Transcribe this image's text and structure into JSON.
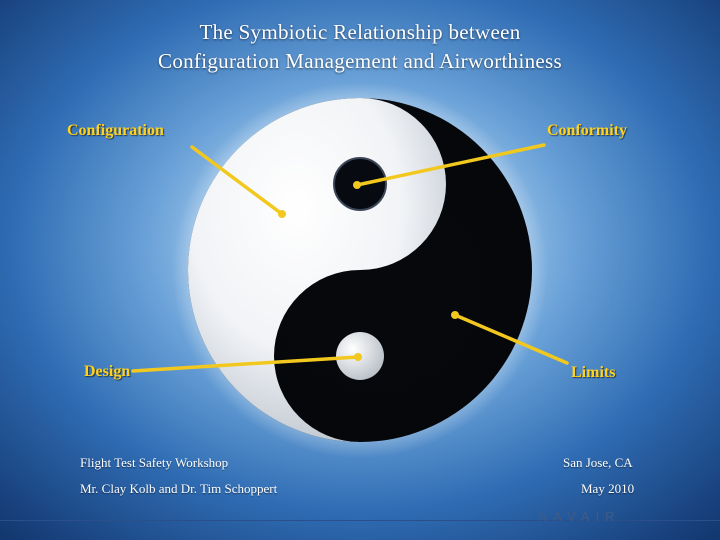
{
  "title": {
    "line1": "The Symbiotic Relationship between",
    "line2": "Configuration Management and Airworthiness"
  },
  "labels": {
    "configuration": "Configuration",
    "conformity": "Conformity",
    "design": "Design",
    "limits": "Limits"
  },
  "footer": {
    "event": "Flight Test Safety Workshop",
    "presenters": "Mr. Clay Kolb and Dr. Tim Schoppert",
    "location": "San Jose, CA",
    "date": "May 2010"
  },
  "logo": {
    "text": "NAVAIR"
  },
  "colors": {
    "label": "#ffd21f",
    "connector": "#f2c81e",
    "background": "#2f6cb3",
    "yin_light": "#ffffff",
    "yin_dark": "#000000"
  }
}
